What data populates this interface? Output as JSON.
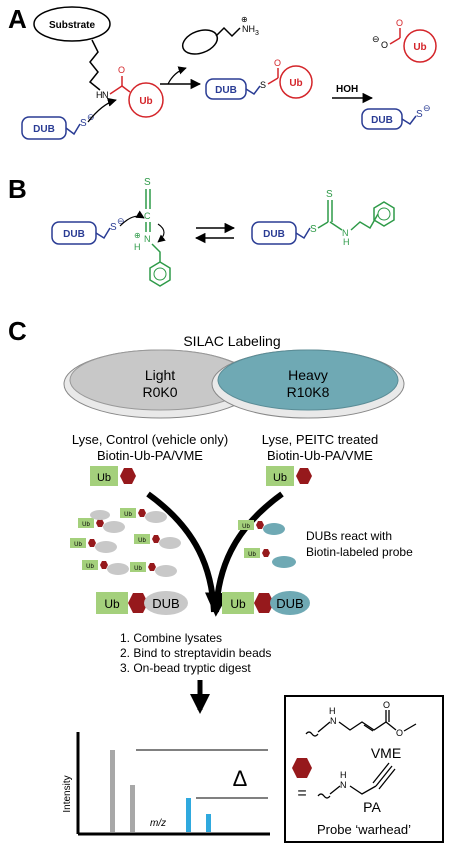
{
  "panels": {
    "a": "A",
    "b": "B",
    "c": "C"
  },
  "panel_a": {
    "substrate": "Substrate",
    "dub": "DUB",
    "ub": "Ub",
    "nh3_plus": "⊕",
    "nh3": "NH",
    "nh3_sub": "3",
    "hoh": "HOH",
    "thiolate": "S",
    "minus": "⊖",
    "n_h": "H",
    "n": "N",
    "o": "O",
    "s": "S"
  },
  "panel_b": {
    "dub": "DUB",
    "thiolate": "S",
    "minus": "⊖",
    "s_top": "S",
    "c": "C",
    "n_plus": "⊕",
    "n": "N",
    "h": "H",
    "s_product": "S",
    "nh": "N",
    "nh_h": "H"
  },
  "panel_c": {
    "silac_title": "SILAC Labeling",
    "light_name": "Light",
    "light_code": "R0K0",
    "heavy_name": "Heavy",
    "heavy_code": "R10K8",
    "left_condition_1": "Lyse, Control (vehicle only)",
    "left_condition_2": "Biotin-Ub-PA/VME",
    "right_condition_1": "Lyse, PEITC treated",
    "right_condition_2": "Biotin-Ub-PA/VME",
    "ub": "Ub",
    "dub": "DUB",
    "react_1": "DUBs react with",
    "react_2": "Biotin-labeled probe",
    "steps": [
      "1. Combine lysates",
      "2. Bind to streptavidin beads",
      "3. On-bead tryptic digest"
    ],
    "intensity": "Intensity",
    "mz": "m/z",
    "delta": "Δ",
    "vme": "VME",
    "pa": "PA",
    "equals": "=",
    "warhead": "Probe ‘warhead’",
    "vme_h": "H",
    "vme_n": "N",
    "vme_o": "O",
    "pa_h": "H",
    "pa_n": "N"
  },
  "colors": {
    "dub_blue": "#2a3c94",
    "ub_red": "#d4252a",
    "peitc_green": "#2e9a48",
    "light_dish": "#c8c8c8",
    "heavy_dish": "#6fa9b4",
    "ub_tag": "#a4d07c",
    "probe": "#96191c",
    "light_peak": "#a8a8a8",
    "heavy_peak": "#2fa9de"
  }
}
